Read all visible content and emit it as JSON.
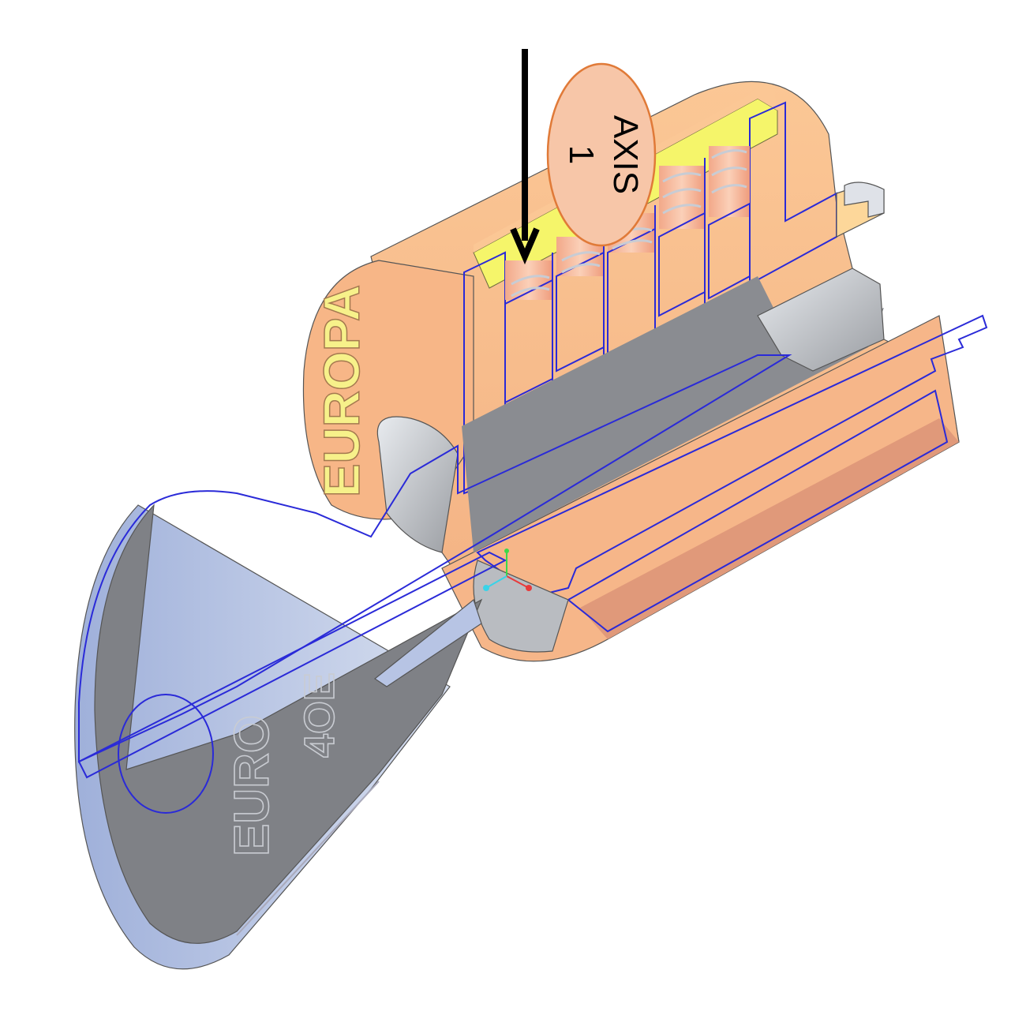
{
  "figure": {
    "subject": "Pin tumbler cylinder lock cutaway with inserted key",
    "callout": {
      "line1": "AXIS",
      "line2": "1",
      "fill": "#f7c6a8",
      "stroke": "#e07a38"
    },
    "arrow": {
      "color": "#000000",
      "direction": "down"
    },
    "cylinder_engraving": "EUROPA",
    "key_engraving": {
      "brand": "EURO",
      "code": "4OE"
    },
    "pin_count": 5,
    "colors": {
      "housing": "#f8bf8c",
      "housing_shadow": "#d99877",
      "housing_light": "#fdd79a",
      "housing_cut": "#d8977a",
      "top_band": "#f5f56a",
      "spring_chamber": "#f4a585",
      "driver_pin": "#7a7d82",
      "key_pin": "#fb8497",
      "key_pin_tip": "#f7a6e0",
      "key_body": "#7f8186",
      "key_edge": "#b7c4e4",
      "plug_face": "#dfe6ee",
      "plug_grey": "#a8abb0",
      "edge_line": "#2a2ad8",
      "axis_x": "#e83a3a",
      "axis_y": "#3ad84a",
      "axis_z": "#39d3e8"
    }
  }
}
